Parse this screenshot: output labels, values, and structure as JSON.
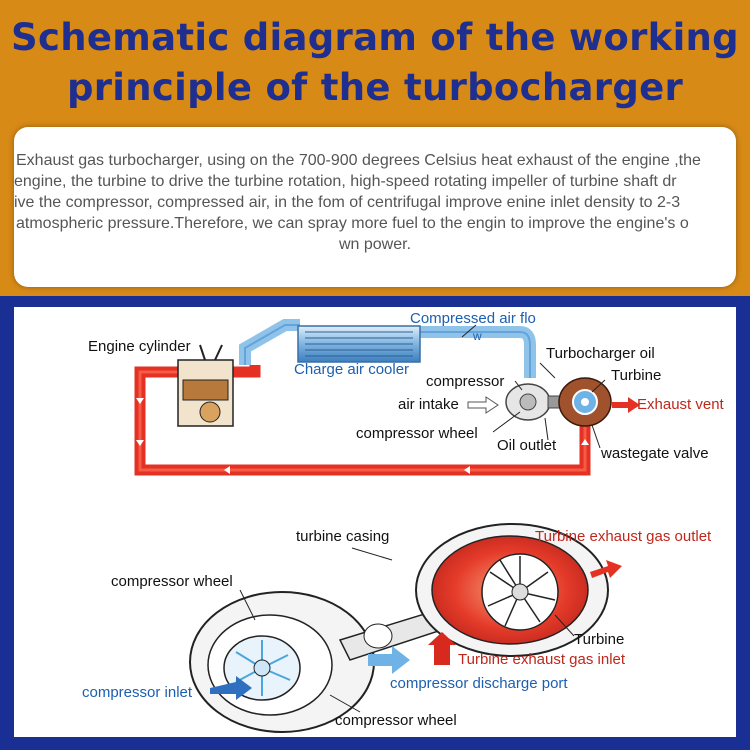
{
  "title": {
    "line1": "Schematic diagram of the working",
    "line2": "principle of the turbocharger"
  },
  "description": {
    "lines": [
      "Exhaust gas turbocharger, using on the 700-900 degrees Celsius heat exhaust of the engine ,the",
      "engine, the turbine to drive the turbine rotation, high-speed rotating impeller of turbine shaft dr",
      "ive the compressor, compressed air, in the fom of centrifugal improve enine inlet density to 2-3",
      "atmospheric pressure.Therefore, we can spray more fuel to the engin to improve the engine's o",
      "wn power."
    ]
  },
  "diagram_top": {
    "engine_cylinder": "Engine cylinder",
    "compressed_air_flow_1": "Compressed air flo",
    "compressed_air_flow_2": "w",
    "turbocharger_oil": "Turbocharger oil",
    "charge_air_cooler": "Charge air cooler",
    "compressor": "compressor",
    "turbine": "Turbine",
    "air_intake": "air intake",
    "exhaust_vent": "Exhaust vent",
    "compressor_wheel": "compressor wheel",
    "oil_outlet": "Oil outlet",
    "wastegate_valve": "wastegate valve",
    "colors": {
      "hot_pipe": "#e53024",
      "cool_pipe": "#8fc3ea",
      "label_blue": "#1d5fb0",
      "label_red": "#c0271c"
    }
  },
  "diagram_bottom": {
    "turbine_casing": "turbine casing",
    "turbine_exhaust_outlet": "Turbine exhaust gas outlet",
    "compressor_wheel_top": "compressor wheel",
    "turbine": "Turbine",
    "turbine_exhaust_inlet": "Turbine exhaust gas inlet",
    "compressor_inlet": "compressor inlet",
    "compressor_discharge_port": "compressor discharge port",
    "compressor_wheel_bottom": "compressor wheel"
  }
}
